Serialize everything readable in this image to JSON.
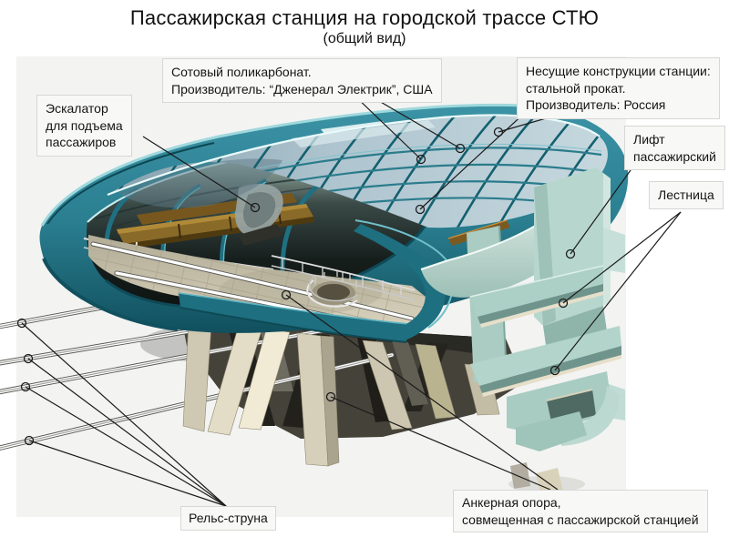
{
  "header": {
    "title": "Пассажирская станция на городской трассе СТЮ",
    "subtitle": "(общий вид)"
  },
  "callouts": {
    "polycarbonate": {
      "text": "Сотовый поликарбонат.\nПроизводитель: “Дженерал Электрик”, США"
    },
    "steel": {
      "text": "Несущие конструкции станции:\nстальной прокат.\nПроизводитель: Россия"
    },
    "escalator": {
      "text": "Эскалатор\nдля подъема\nпассажиров"
    },
    "lift": {
      "text": "Лифт\nпассажирский"
    },
    "stairs": {
      "text": "Лестница"
    },
    "string_rail": {
      "text": "Рельс-струна"
    },
    "anchor": {
      "text": "Анкерная опора,\nсовмещенная с пассажирской станцией"
    }
  },
  "colors": {
    "background": "#f3f3f2",
    "shell_teal": "#2a7f91",
    "shell_teal_dark": "#0f4a57",
    "glass": "#aec4cf",
    "roof_rib": "#14606f",
    "mint_stairs": "#b7d7ce",
    "concrete_pylon": "#ddd6c0",
    "deck": "#c8c2ae",
    "bench_brown": "#8a6a28",
    "leader_line": "#1b1b1b"
  }
}
